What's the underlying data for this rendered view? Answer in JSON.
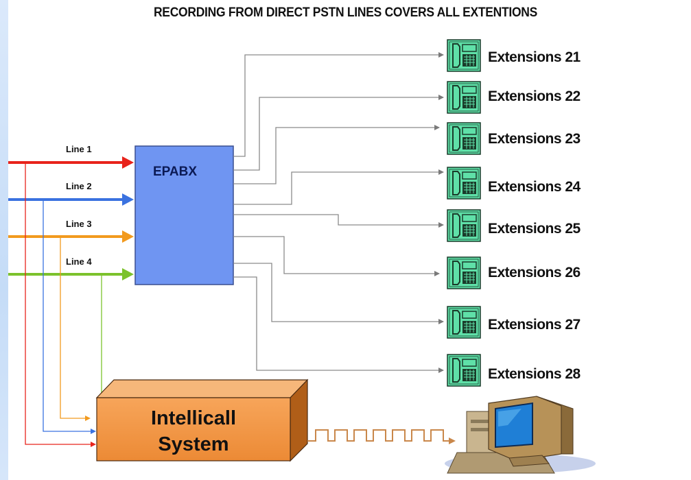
{
  "title": "RECORDING FROM DIRECT PSTN LINES COVERS ALL EXTENTIONS",
  "lines": [
    {
      "label": "Line 1",
      "color": "#e8231b"
    },
    {
      "label": "Line 2",
      "color": "#3a72e0"
    },
    {
      "label": "Line 3",
      "color": "#f29a1e"
    },
    {
      "label": "Line 4",
      "color": "#7cc22c"
    }
  ],
  "pbx": {
    "label": "EPABX",
    "color": "#6f95f2"
  },
  "extensions": [
    {
      "label": "Extensions 21"
    },
    {
      "label": "Extensions 22"
    },
    {
      "label": "Extensions 23"
    },
    {
      "label": "Extensions 24"
    },
    {
      "label": "Extensions 25"
    },
    {
      "label": "Extensions 26"
    },
    {
      "label": "Extensions 27"
    },
    {
      "label": "Extensions 28"
    }
  ],
  "system": {
    "line1": "Intellicall",
    "line2": "System",
    "color": "#f29a4a"
  },
  "icons": {
    "phone": "telephone-icon",
    "computer": "computer-icon"
  },
  "colors": {
    "phone_fill": "#5fe0a8",
    "connector": "#8a8a8a",
    "band": "#c5dcf7"
  }
}
